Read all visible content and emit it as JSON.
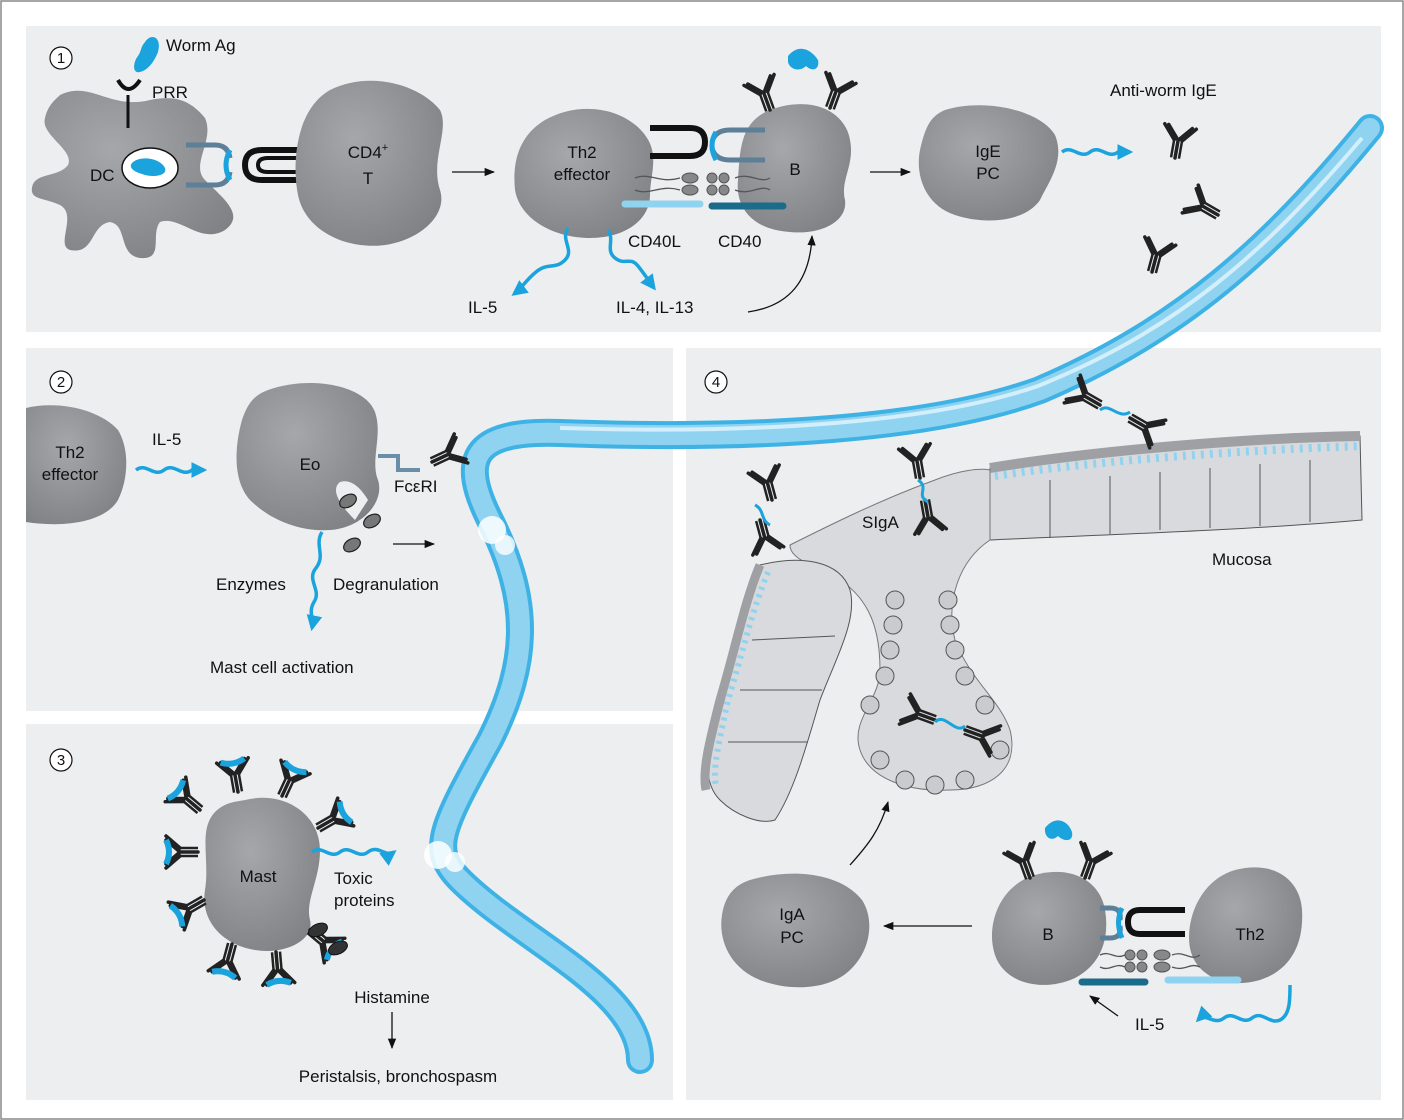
{
  "colors": {
    "panel": "#eceef0",
    "cell": "#8d8f92",
    "cell_light": "#bfc1c4",
    "worm": "#8fd3f0",
    "worm_edge": "#3fb2e5",
    "accent": "#1aa3dd",
    "antibody": "#222222"
  },
  "panel1": {
    "number": "1",
    "worm_ag": "Worm Ag",
    "prr": "PRR",
    "dc": "DC",
    "cd4_line1": "CD4",
    "cd4_sup": "+",
    "cd4_line2": "T",
    "th2_line1": "Th2",
    "th2_line2": "effector",
    "b": "B",
    "cd40l": "CD40L",
    "cd40": "CD40",
    "il5": "IL-5",
    "il4_13": "IL-4, IL-13",
    "ige_line1": "IgE",
    "ige_line2": "PC",
    "anti_worm": "Anti-worm IgE"
  },
  "panel2": {
    "number": "2",
    "th2_line1": "Th2",
    "th2_line2": "effector",
    "il5": "IL-5",
    "eo": "Eo",
    "fceri": "FcεRI",
    "enzymes": "Enzymes",
    "degranulation": "Degranulation",
    "mast_activation": "Mast cell activation"
  },
  "panel3": {
    "number": "3",
    "mast": "Mast",
    "toxic_line1": "Toxic",
    "toxic_line2": "proteins",
    "histamine": "Histamine",
    "peristalsis": "Peristalsis, bronchospasm"
  },
  "panel4": {
    "number": "4",
    "siga": "SIgA",
    "mucosa": "Mucosa",
    "iga_line1": "IgA",
    "iga_line2": "PC",
    "b": "B",
    "th2": "Th2",
    "il5": "IL-5"
  }
}
